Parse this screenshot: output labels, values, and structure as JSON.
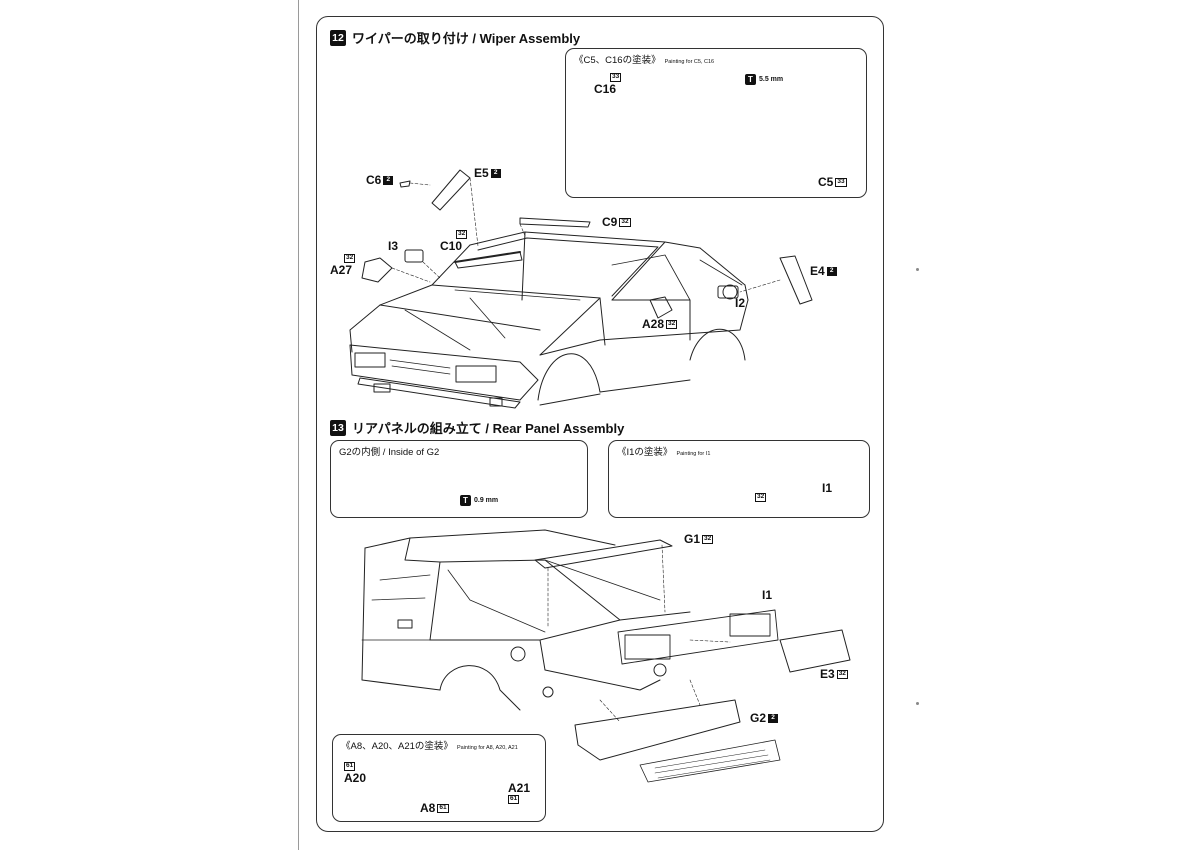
{
  "step12": {
    "number": "12",
    "title": "ワイパーの取り付け / Wiper Assembly",
    "paint_box": {
      "title": "《C5、C16の塗装》",
      "subtitle": "Painting for C5, C16",
      "drill": "5.5 mm",
      "labels": {
        "c16": "C16",
        "c16_badge": "33",
        "c5": "C5",
        "c5_badge": "33"
      }
    },
    "labels": {
      "c6": "C6",
      "c6_badge": "2",
      "e5": "E5",
      "e5_badge": "2",
      "c9": "C9",
      "c9_badge": "32",
      "i3": "I3",
      "c10": "C10",
      "c10_badge": "32",
      "a27": "A27",
      "a27_badge": "32",
      "e4": "E4",
      "e4_badge": "2",
      "i2": "I2",
      "a28": "A28",
      "a28_badge": "32"
    }
  },
  "step13": {
    "number": "13",
    "title": "リアパネルの組み立て / Rear Panel Assembly",
    "inside_box": {
      "title": "G2の内側 / Inside of G2",
      "drill": "0.9 mm"
    },
    "paint_i1_box": {
      "title": "《I1の塗装》",
      "subtitle": "Painting for I1",
      "part": "I1",
      "badge": "32"
    },
    "paint_a_box": {
      "title": "《A8、A20、A21の塗装》",
      "subtitle": "Painting for A8, A20, A21",
      "labels": {
        "a20": "A20",
        "a20_badge": "61",
        "a21": "A21",
        "a21_badge": "61",
        "a8": "A8",
        "a8_badge": "61"
      }
    },
    "labels": {
      "g1": "G1",
      "g1_badge": "32",
      "i1": "I1",
      "e3": "E3",
      "e3_badge": "32",
      "g2": "G2",
      "g2_badge": "2"
    }
  }
}
